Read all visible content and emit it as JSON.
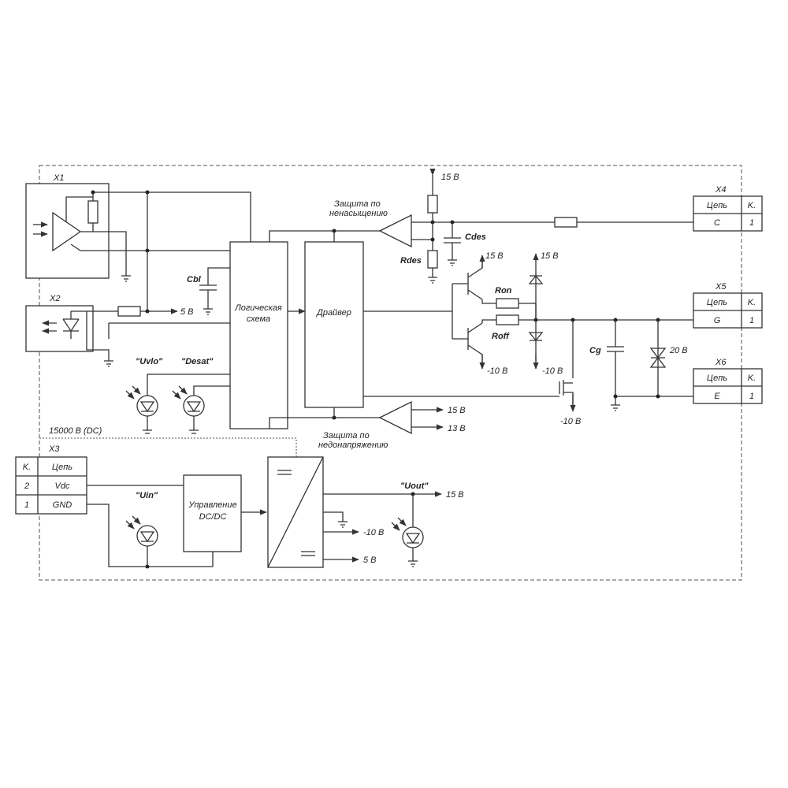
{
  "connectors": {
    "x1": {
      "label": "X1"
    },
    "x2": {
      "label": "X2"
    },
    "x3": {
      "label": "X3",
      "header_pin": "K.",
      "header_net": "Цепь",
      "rows": [
        {
          "pin": "2",
          "net": "Vdc"
        },
        {
          "pin": "1",
          "net": "GND"
        }
      ]
    },
    "x4": {
      "label": "X4",
      "header_net": "Цепь",
      "header_pin": "K.",
      "net": "C",
      "pin": "1"
    },
    "x5": {
      "label": "X5",
      "header_net": "Цепь",
      "header_pin": "K.",
      "net": "G",
      "pin": "1"
    },
    "x6": {
      "label": "X6",
      "header_net": "Цепь",
      "header_pin": "K.",
      "net": "E",
      "pin": "1"
    }
  },
  "blocks": {
    "logic_line1": "Логическая",
    "logic_line2": "схема",
    "driver": "Драйвер",
    "dcdc_line1": "Управление",
    "dcdc_line2": "DC/DC"
  },
  "components": {
    "cbl": "Cbl",
    "cdes": "Cdes",
    "rdes": "Rdes",
    "ron": "Ron",
    "roff": "Roff",
    "cg": "Cg",
    "zener": "20 В"
  },
  "leds": {
    "uvlo": "\"Uvlo\"",
    "desat": "\"Desat\"",
    "uin": "\"Uin\"",
    "uout": "\"Uout\""
  },
  "protection": {
    "desat_line1": "Защита по",
    "desat_line2": "ненасыщению",
    "uv_line1": "Защита по",
    "uv_line2": "недонапряжению"
  },
  "voltages": {
    "v15_top": "15 В",
    "v5_x2": "5 В",
    "v15_npn": "15 В",
    "v15_diode": "15 В",
    "vm10_pnp": "-10 В",
    "vm10_diode": "-10 В",
    "vm10_mosfet": "-10 В",
    "v15_uv": "15 В",
    "v13_uv": "13 В",
    "v15_out": "15 В",
    "vm10_out": "-10 В",
    "v5_out": "5 В"
  },
  "isolation": "15000 В (DC)"
}
